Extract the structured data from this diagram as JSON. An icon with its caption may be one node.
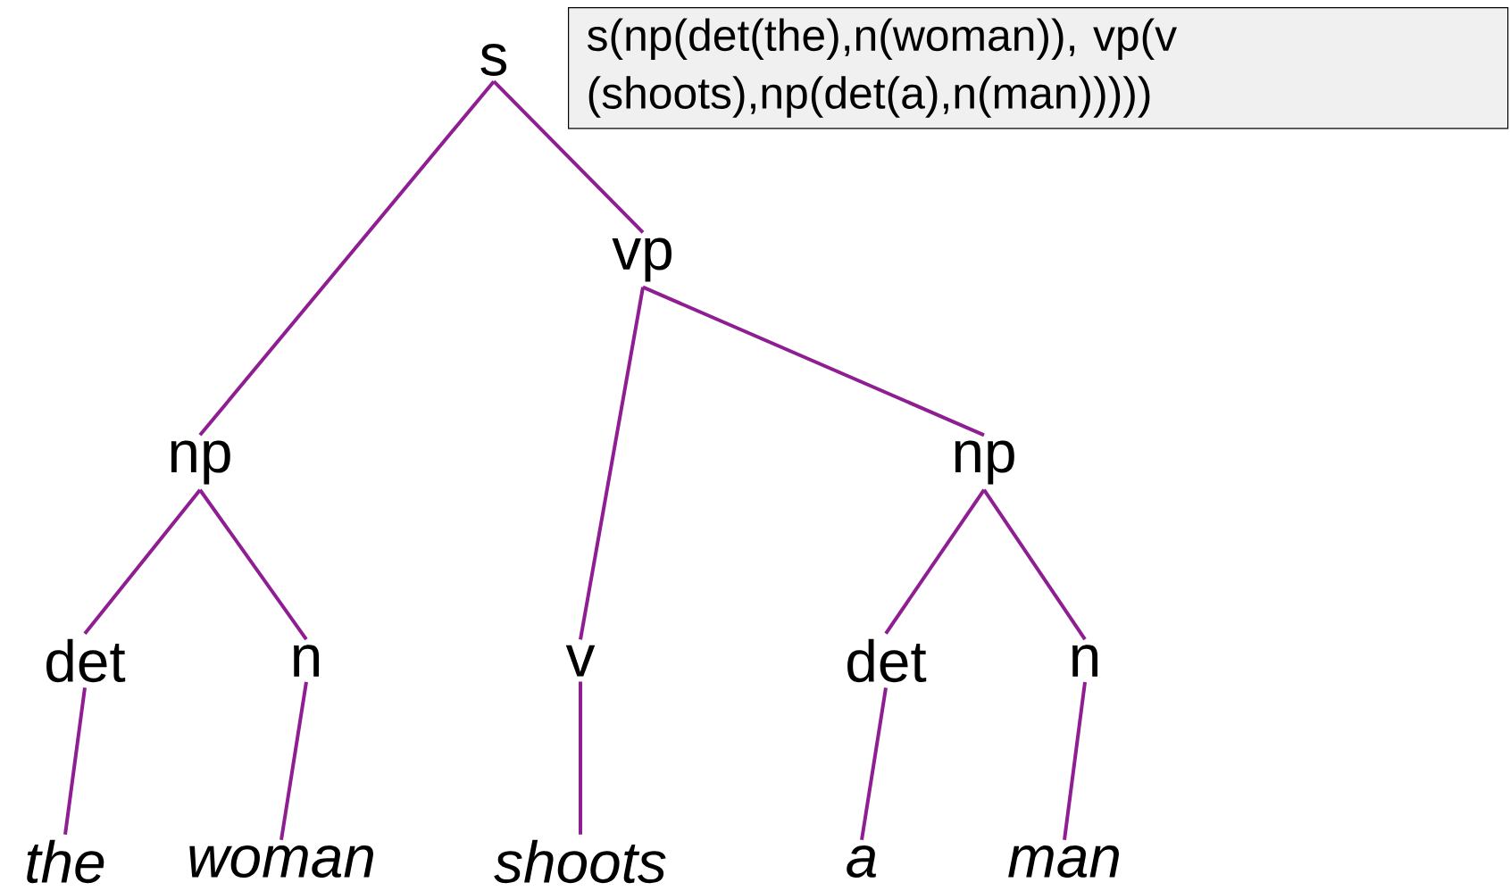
{
  "diagram": {
    "nodes": [
      {
        "text": [
          "s"
        ]
      },
      {
        "text": [
          "vp"
        ]
      },
      {
        "text": [
          "np"
        ]
      },
      {
        "text": [
          "np"
        ]
      },
      {
        "text": [
          "det"
        ]
      },
      {
        "text": [
          "n"
        ]
      },
      {
        "text": [
          "v"
        ]
      },
      {
        "text": [
          "det"
        ]
      },
      {
        "text": [
          "n"
        ]
      },
      {
        "text": [
          "the"
        ]
      },
      {
        "text": [
          "woman"
        ]
      },
      {
        "text": [
          "shoots"
        ]
      },
      {
        "text": [
          "a"
        ]
      },
      {
        "text": [
          "man"
        ]
      },
      {
        "text": [
          "s(np(det(the),n(woman)), vp(v (shoots),np(det(a),n(man)))))"
        ]
      }
    ],
    "edges": [
      {
        "from": 0,
        "to": 2,
        "arrow": "none"
      },
      {
        "from": 0,
        "to": 1,
        "arrow": "none"
      },
      {
        "from": 1,
        "to": 6,
        "arrow": "none"
      },
      {
        "from": 1,
        "to": 3,
        "arrow": "none"
      },
      {
        "from": 2,
        "to": 4,
        "arrow": "none"
      },
      {
        "from": 2,
        "to": 5,
        "arrow": "none"
      },
      {
        "from": 3,
        "to": 7,
        "arrow": "none"
      },
      {
        "from": 3,
        "to": 8,
        "arrow": "none"
      },
      {
        "from": 4,
        "to": 9,
        "arrow": "none"
      },
      {
        "from": 5,
        "to": 10,
        "arrow": "none"
      },
      {
        "from": 6,
        "to": 11,
        "arrow": "none"
      },
      {
        "from": 7,
        "to": 12,
        "arrow": "none"
      },
      {
        "from": 8,
        "to": 13,
        "arrow": "none"
      }
    ]
  }
}
